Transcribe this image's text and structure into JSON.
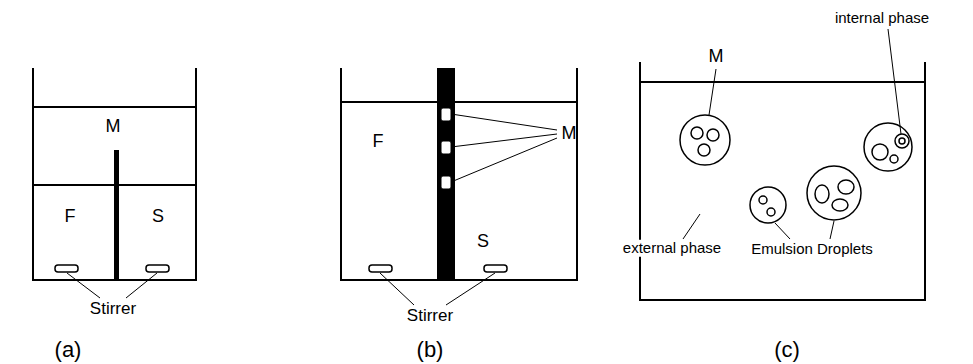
{
  "diagram": {
    "labels": [
      "M",
      "F",
      "S",
      "Stirrer",
      "(a)",
      "F",
      "M",
      "S",
      "Stirrer",
      "(b)",
      "M",
      "internal phase",
      "external phase",
      "Emulsion Droplets",
      "(c)"
    ]
  }
}
